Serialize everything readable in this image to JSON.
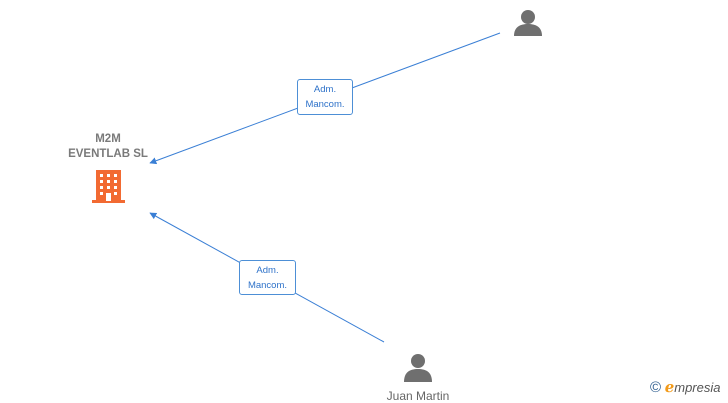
{
  "company": {
    "name_line1": "M2M",
    "name_line2": "EVENTLAB  SL"
  },
  "persons": [
    {
      "name": ""
    },
    {
      "name": "Juan Martin"
    }
  ],
  "edges": [
    {
      "label_line1": "Adm.",
      "label_line2": "Mancom."
    },
    {
      "label_line1": "Adm.",
      "label_line2": "Mancom."
    }
  ],
  "colors": {
    "edge": "#3a7fd5",
    "company_icon": "#f26a32",
    "person_icon": "#6f6f6f"
  },
  "brand": {
    "copyright": "©",
    "mark": "ℯ",
    "word": "mpresia"
  }
}
